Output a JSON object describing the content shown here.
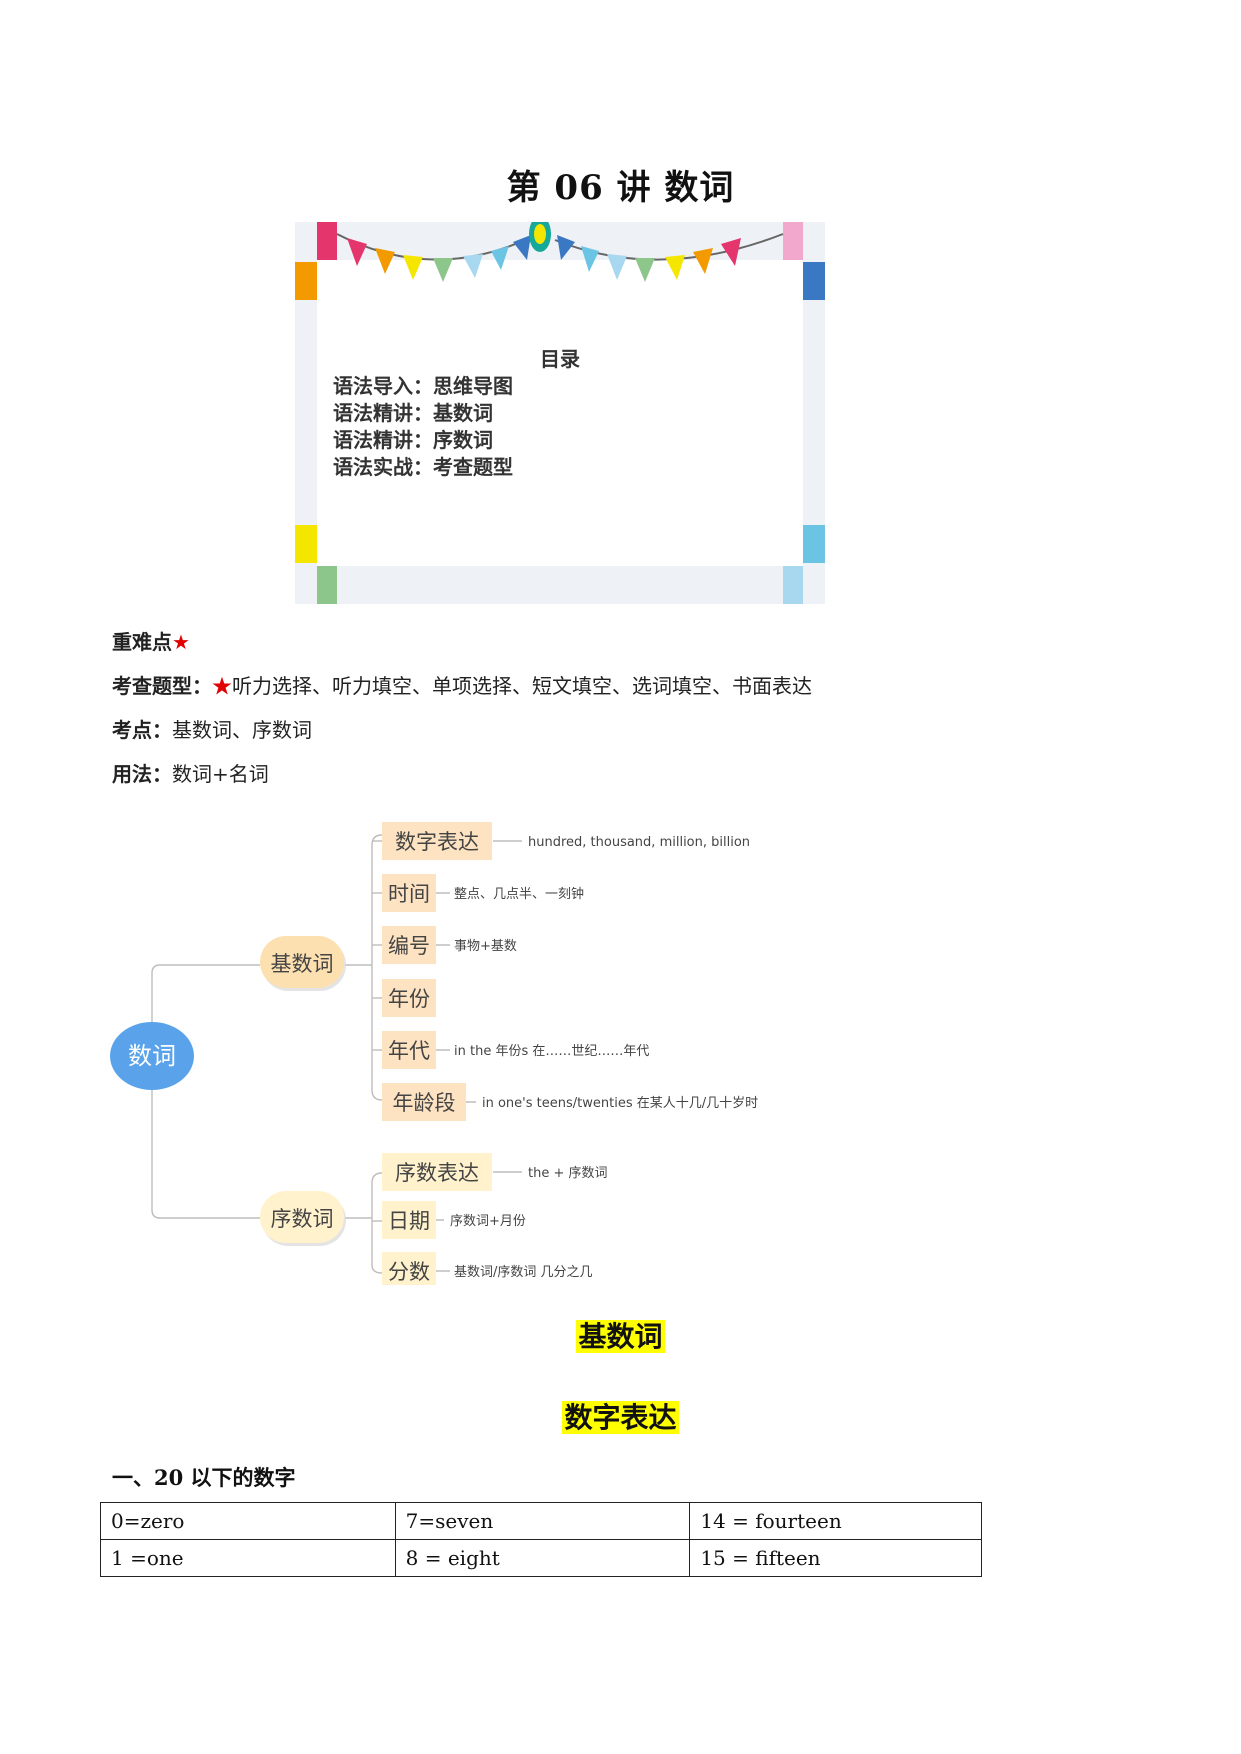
{
  "title": "第 06 讲  数词",
  "toc": {
    "heading": "目录",
    "items": [
      "语法导入：思维导图",
      "语法精讲：基数词",
      "语法精讲：序数词",
      "语法实战：考查题型"
    ]
  },
  "key_points": {
    "difficulty_label": "重难点",
    "star": "★",
    "question_types_label": "考查题型：",
    "question_types": "听力选择、听力填空、单项选择、短文填空、选词填空、书面表达",
    "exam_points_label": "考点：",
    "exam_points": "基数词、序数词",
    "usage_label": "用法：",
    "usage": "数词+名词"
  },
  "mindmap": {
    "root": "数词",
    "branches": [
      {
        "label": "基数词",
        "children": [
          {
            "label": "数字表达",
            "note": "hundred, thousand, million, billion"
          },
          {
            "label": "时间",
            "note": "整点、几点半、一刻钟"
          },
          {
            "label": "编号",
            "note": "事物+基数"
          },
          {
            "label": "年份",
            "note": ""
          },
          {
            "label": "年代",
            "note": "in the 年份s  在……世纪……年代"
          },
          {
            "label": "年龄段",
            "note": "in one's teens/twenties  在某人十几/几十岁时"
          }
        ]
      },
      {
        "label": "序数词",
        "children": [
          {
            "label": "序数表达",
            "note": "the + 序数词"
          },
          {
            "label": "日期",
            "note": "序数词+月份"
          },
          {
            "label": "分数",
            "note": "基数词/序数词  几分之几"
          }
        ]
      }
    ]
  },
  "section_headings": {
    "cardinal": "基数词",
    "number_expression": "数字表达"
  },
  "subheading": "一、20 以下的数字",
  "number_table": {
    "rows": [
      [
        "0=zero",
        "7=seven",
        "14 = fourteen"
      ],
      [
        "1 =one",
        "8 = eight",
        "15 = fifteen"
      ]
    ]
  },
  "colors": {
    "star": "#e00000",
    "highlight": "#ffff00",
    "root_node": "#5aa3ea",
    "branch_node": "#fde0b0",
    "leaf_node": "#fde3c2"
  }
}
